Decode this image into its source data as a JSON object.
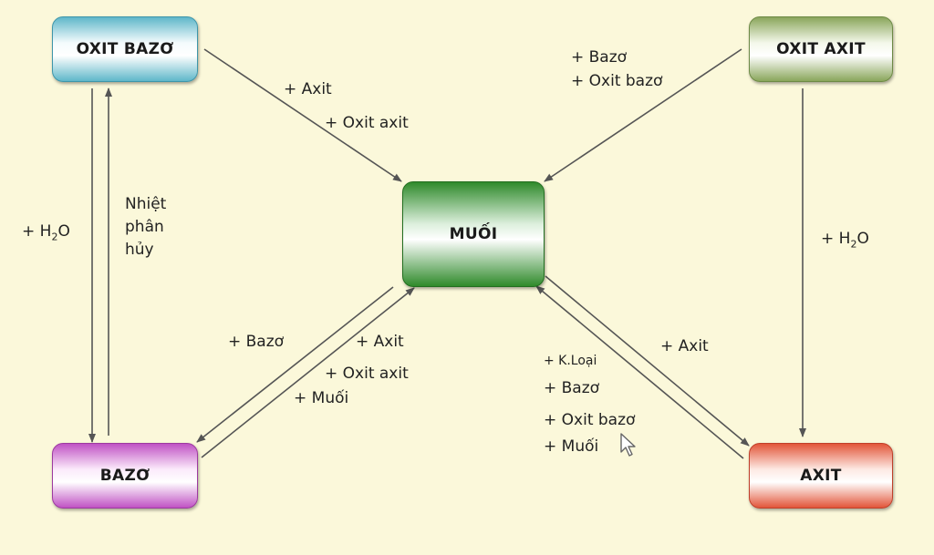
{
  "nodes": {
    "oxit_bazo": "OXIT BAZƠ",
    "oxit_axit": "OXIT AXIT",
    "muoi": "MUỐI",
    "bazo": "BAZƠ",
    "axit": "AXIT"
  },
  "edges": {
    "oxitbazo_muoi": [
      "+ Axit",
      "+ Oxit axit"
    ],
    "oxitaxit_muoi": [
      "+ Bazơ",
      "+ Oxit bazơ"
    ],
    "oxitbazo_bazo": {
      "plus": "+ H",
      "sub": "2",
      "tail": "O"
    },
    "bazo_oxitbazo": [
      "Nhiệt",
      "phân",
      "hủy"
    ],
    "oxitaxit_axit": {
      "plus": "+ H",
      "sub": "2",
      "tail": "O"
    },
    "muoi_bazo": "+ Bazơ",
    "bazo_muoi": [
      "+ Axit",
      "+ Oxit axit",
      "+ Muối"
    ],
    "muoi_axit": "+ Axit",
    "axit_muoi": [
      "+ K.Loại",
      "+ Bazơ",
      "+ Oxit bazơ",
      "+ Muối"
    ]
  },
  "colors": {
    "background": "#fbf8da",
    "arrow": "#555555",
    "oxit_bazo": "#5fb7c9",
    "oxit_axit": "#8aa65b",
    "muoi": "#2f8a2b",
    "bazo": "#c052c4",
    "axit": "#e2563a"
  },
  "icons": {
    "pointer": "mouse-pointer-icon"
  }
}
